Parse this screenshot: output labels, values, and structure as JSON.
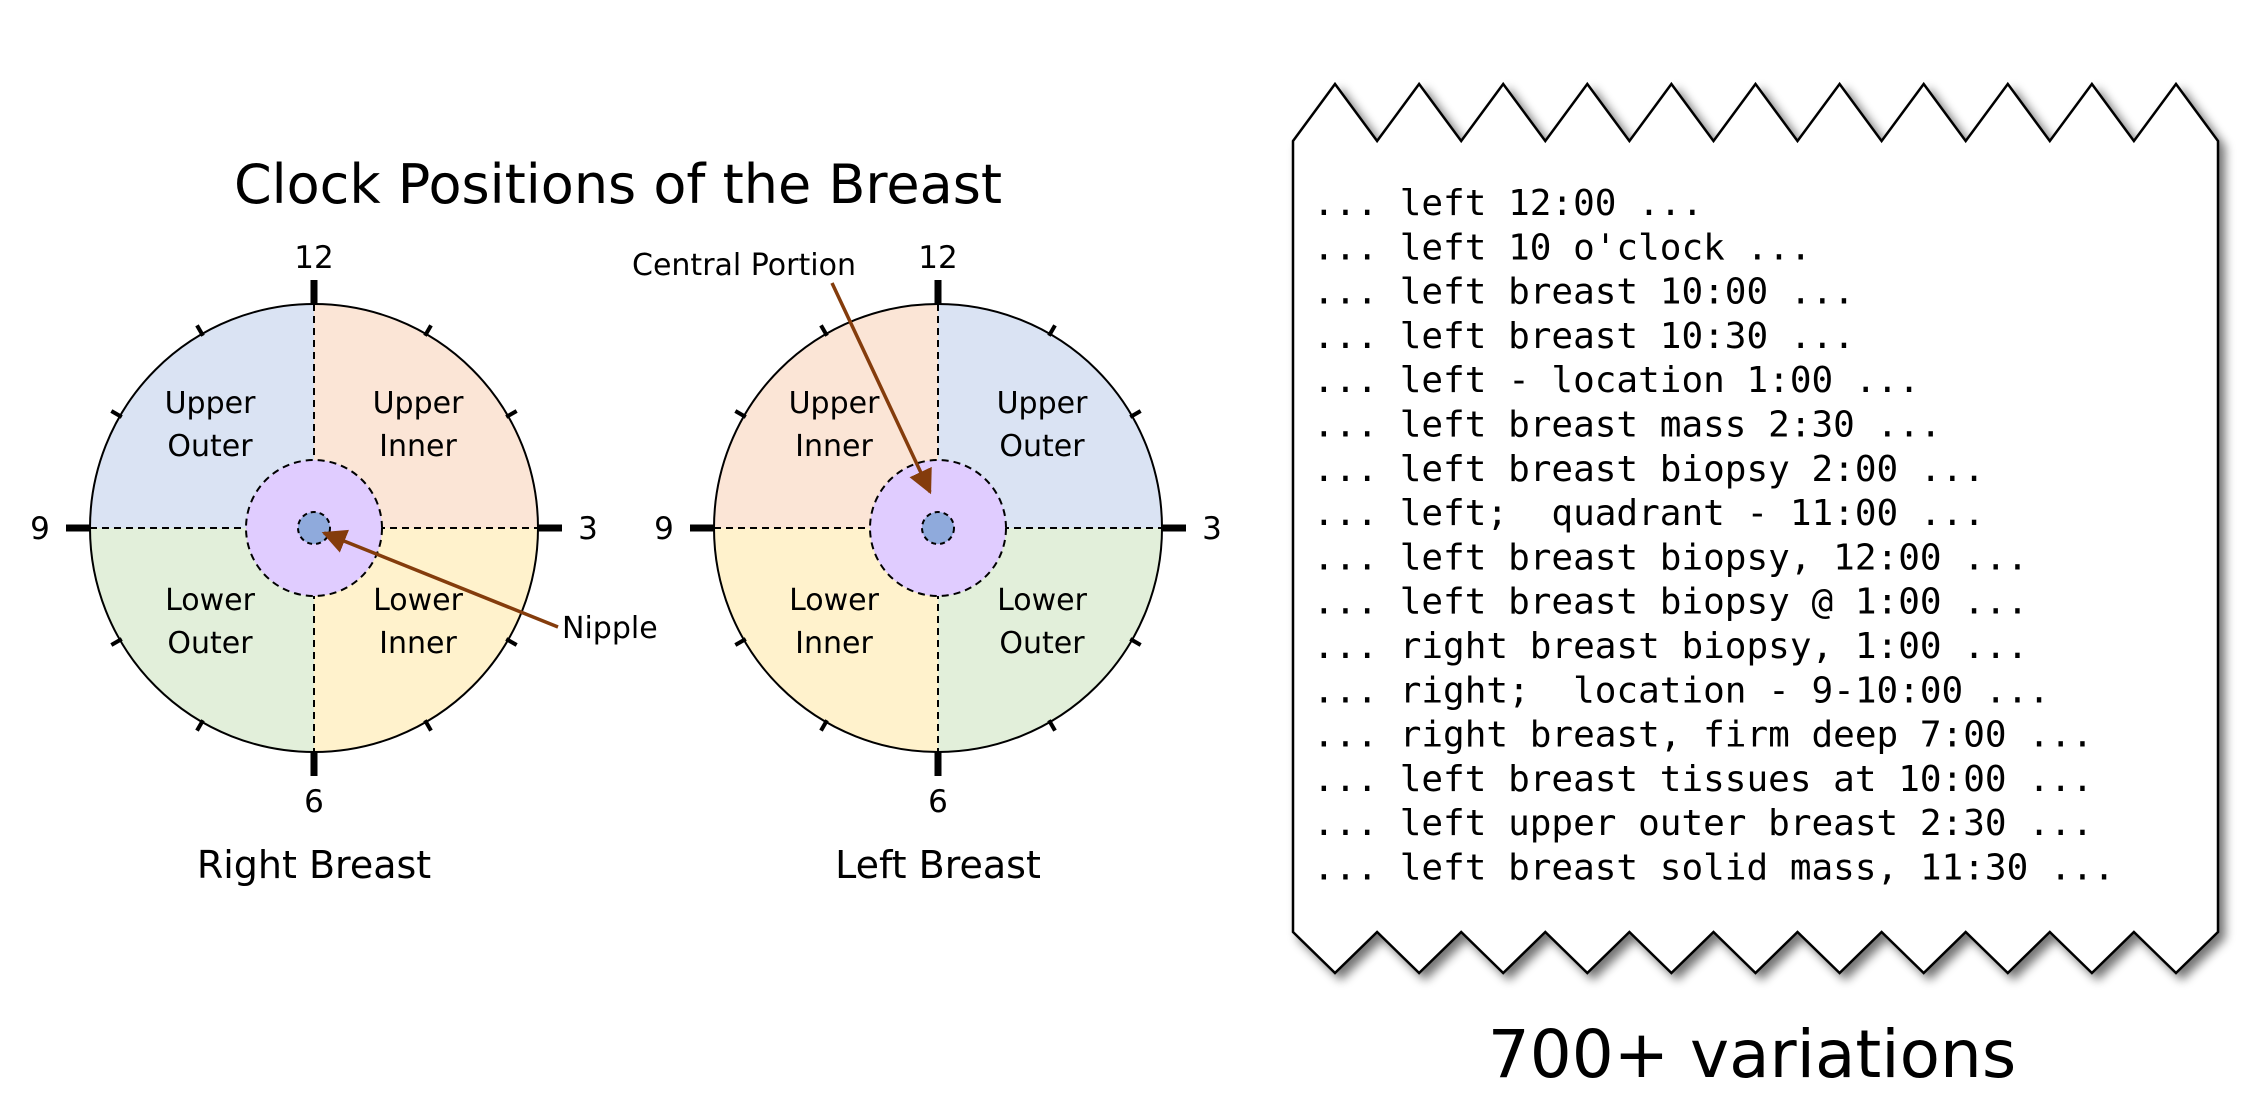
{
  "title": "Clock Positions of the Breast",
  "clock_labels": {
    "top": "12",
    "right": "3",
    "bottom": "6",
    "left": "9"
  },
  "right_breast": {
    "caption": "Right Breast",
    "quadrants": {
      "upper_left": [
        "Upper",
        "Outer"
      ],
      "upper_right": [
        "Upper",
        "Inner"
      ],
      "lower_left": [
        "Lower",
        "Outer"
      ],
      "lower_right": [
        "Lower",
        "Inner"
      ]
    },
    "colors": {
      "upper_left": "#dae3f3",
      "upper_right": "#fbe5d6",
      "lower_left": "#e2efda",
      "lower_right": "#fff2cc"
    }
  },
  "left_breast": {
    "caption": "Left Breast",
    "quadrants": {
      "upper_left": [
        "Upper",
        "Inner"
      ],
      "upper_right": [
        "Upper",
        "Outer"
      ],
      "lower_left": [
        "Lower",
        "Inner"
      ],
      "lower_right": [
        "Lower",
        "Outer"
      ]
    },
    "colors": {
      "upper_left": "#fbe5d6",
      "upper_right": "#dae3f3",
      "lower_left": "#fff2cc",
      "lower_right": "#e2efda"
    }
  },
  "central_color": "#e0ccff",
  "nipple_color": "#8faadc",
  "annotation_color": "#843c0c",
  "annotations": {
    "nipple": "Nipple",
    "central": "Central Portion"
  },
  "variations_lines": [
    "... left 12:00 ...",
    "... left 10 o'clock ...",
    "... left breast 10:00 ...",
    "... left breast 10:30 ...",
    "... left - location 1:00 ...",
    "... left breast mass 2:30 ...",
    "... left breast biopsy 2:00 ...",
    "... left;  quadrant - 11:00 ...",
    "... left breast biopsy, 12:00 ...",
    "... left breast biopsy @ 1:00 ...",
    "... right breast biopsy, 1:00 ...",
    "... right;  location - 9-10:00 ...",
    "... right breast, firm deep 7:00 ...",
    "... left breast tissues at 10:00 ...",
    "... left upper outer breast 2:30 ...",
    "... left breast solid mass, 11:30 ..."
  ],
  "variations_caption": "700+ variations"
}
